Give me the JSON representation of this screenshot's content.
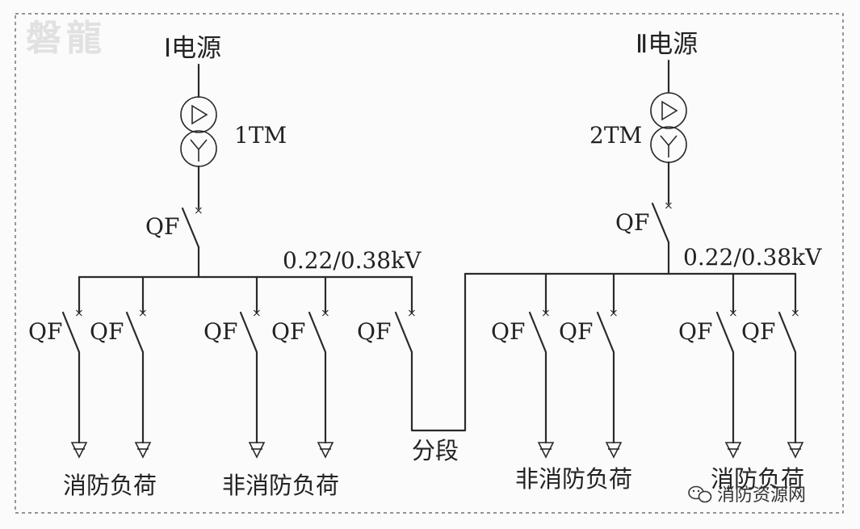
{
  "watermark": "磐龍",
  "sources": {
    "left": "Ⅰ电源",
    "right": "Ⅱ电源"
  },
  "transformers": {
    "left": "1TM",
    "right": "2TM"
  },
  "breaker_label": "QF",
  "bus_voltage": {
    "left": "0.22/0.38kV",
    "right": "0.22/0.38kV"
  },
  "sectionalizer": "分段",
  "loads": {
    "left_fire": "消防负荷",
    "left_nonfire": "非消防负荷",
    "right_nonfire": "非消防负荷",
    "right_fire": "消防负荷"
  },
  "brand": {
    "icon": "wechat-icon",
    "name": "消防资源网"
  }
}
